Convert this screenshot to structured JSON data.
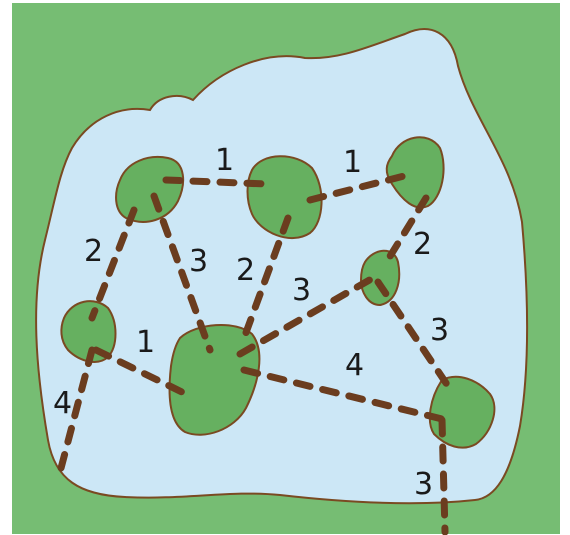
{
  "colors": {
    "land": "#76bd73",
    "water": "#cce7f6",
    "island": "#66b060",
    "outline": "#7a4a22",
    "bridge": "#6b3d1f",
    "text": "#1a1a1a"
  },
  "islands": [
    "island-a",
    "island-b",
    "island-c",
    "island-d",
    "island-e",
    "island-f",
    "island-g"
  ],
  "bridge_labels": {
    "a_b": "1",
    "b_c": "1",
    "a_d": "2",
    "a_f": "3",
    "b_f": "2",
    "c_e": "2",
    "f_e": "3",
    "d_f": "1",
    "f_g": "4",
    "e_g": "3",
    "d_shore": "4",
    "g_shore": "3"
  }
}
